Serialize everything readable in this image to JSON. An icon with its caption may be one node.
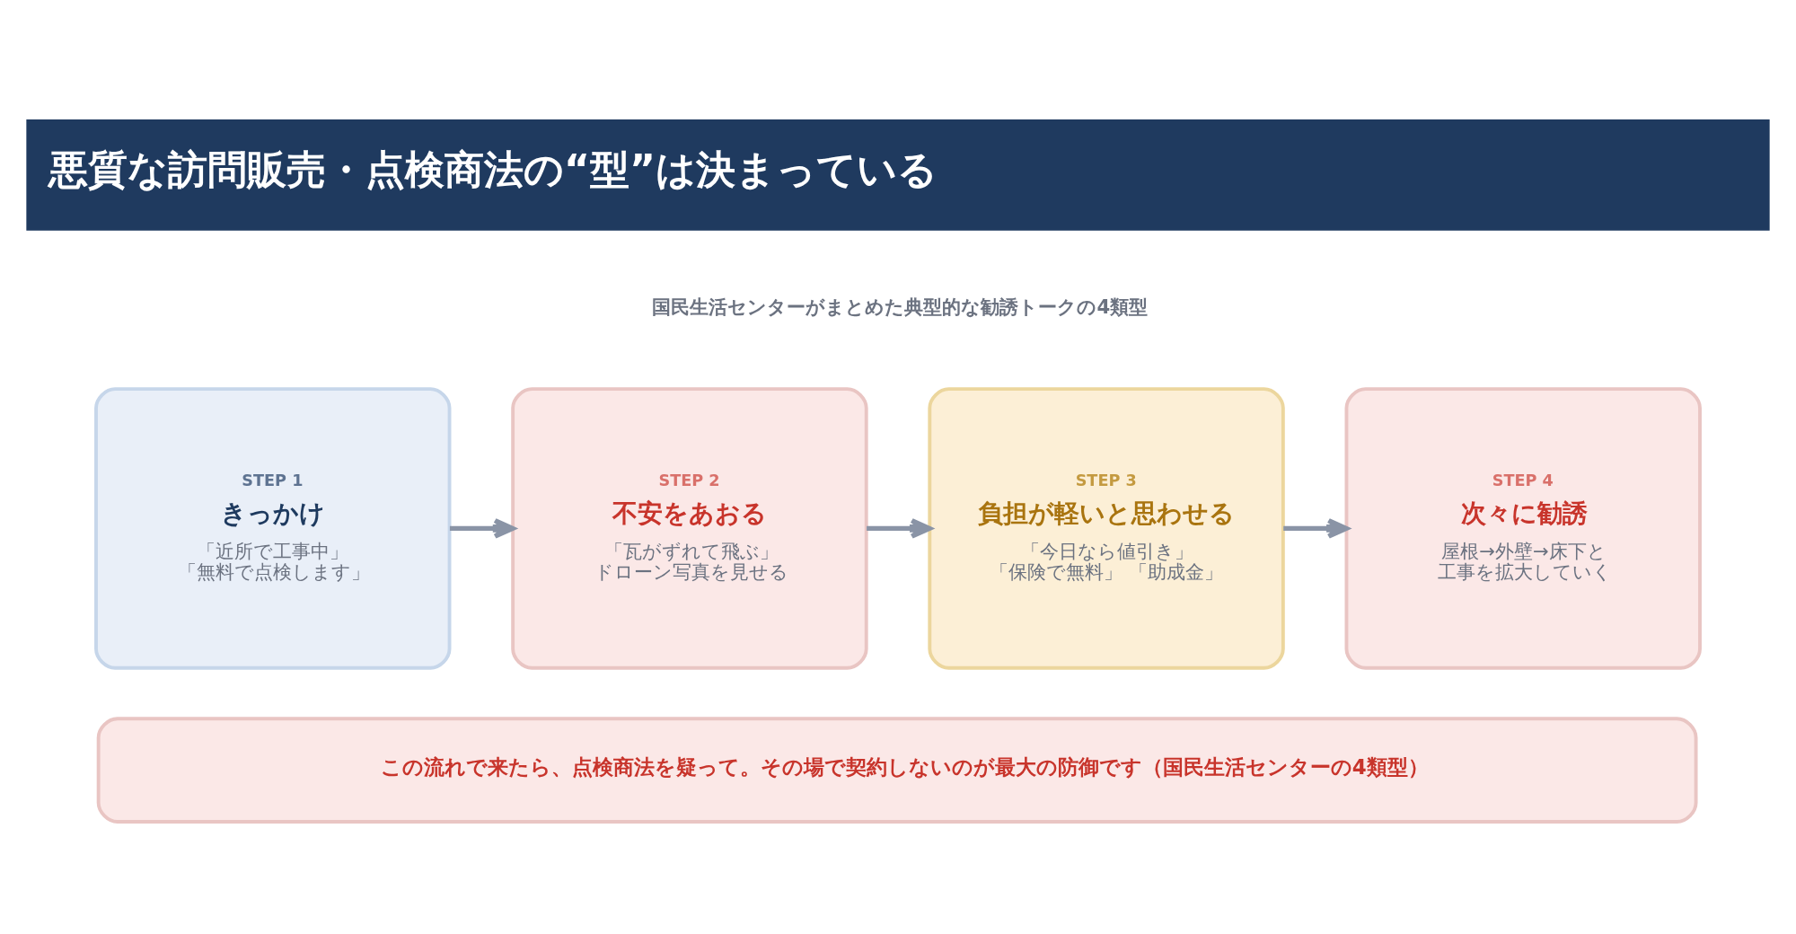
{
  "diagram": {
    "title": "悪質な訪問販売・点検商法の“型”は決まっている",
    "nodes": [
      {
        "text": [
          "STEP 1",
          "きっかけ",
          "「近所で工事中」「無料で点検します」"
        ]
      },
      {
        "text": [
          "STEP 2",
          "不安をあおる",
          "「瓦がずれて飛ぶ」ドローン写真を見せる"
        ]
      },
      {
        "text": [
          "STEP 3",
          "負担が軽いと思わせる",
          "「今日なら値引き」「保険で無料」 「助成金」"
        ]
      },
      {
        "text": [
          "STEP 4",
          "次々に勧誘",
          "屋根→外壁→床下と工事を拡大していく"
        ]
      },
      {
        "text": [
          "この流れで来たら、点検商法を疑って。その場で契約しないのが最大の防御です（国民生活センターの4類型）"
        ]
      }
    ],
    "edges": [
      {
        "from": 0,
        "to": 1,
        "arrow": "to"
      },
      {
        "from": 1,
        "to": 2,
        "arrow": "to"
      },
      {
        "from": 2,
        "to": 3,
        "arrow": "to"
      }
    ],
    "labels": [
      "国民生活センターがまとめた典型的な勧誘トークの4類型"
    ]
  }
}
